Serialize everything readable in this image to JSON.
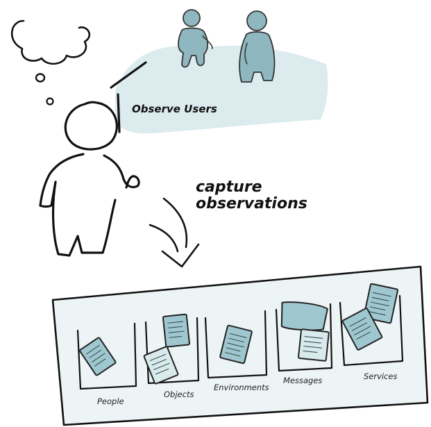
{
  "observe_label": "Observe Users",
  "capture_label_line1": "capture",
  "capture_label_line2": "observations",
  "bins": [
    {
      "label": "People"
    },
    {
      "label": "Objects"
    },
    {
      "label": "Environments"
    },
    {
      "label": "Messages"
    },
    {
      "label": "Services"
    }
  ],
  "colors": {
    "user_fill": "#8fb7bf",
    "scene_fill": "#dcebee",
    "page_fill": "#9fc7cf",
    "tray_fill": "#edf4f5",
    "ink": "#111111"
  }
}
